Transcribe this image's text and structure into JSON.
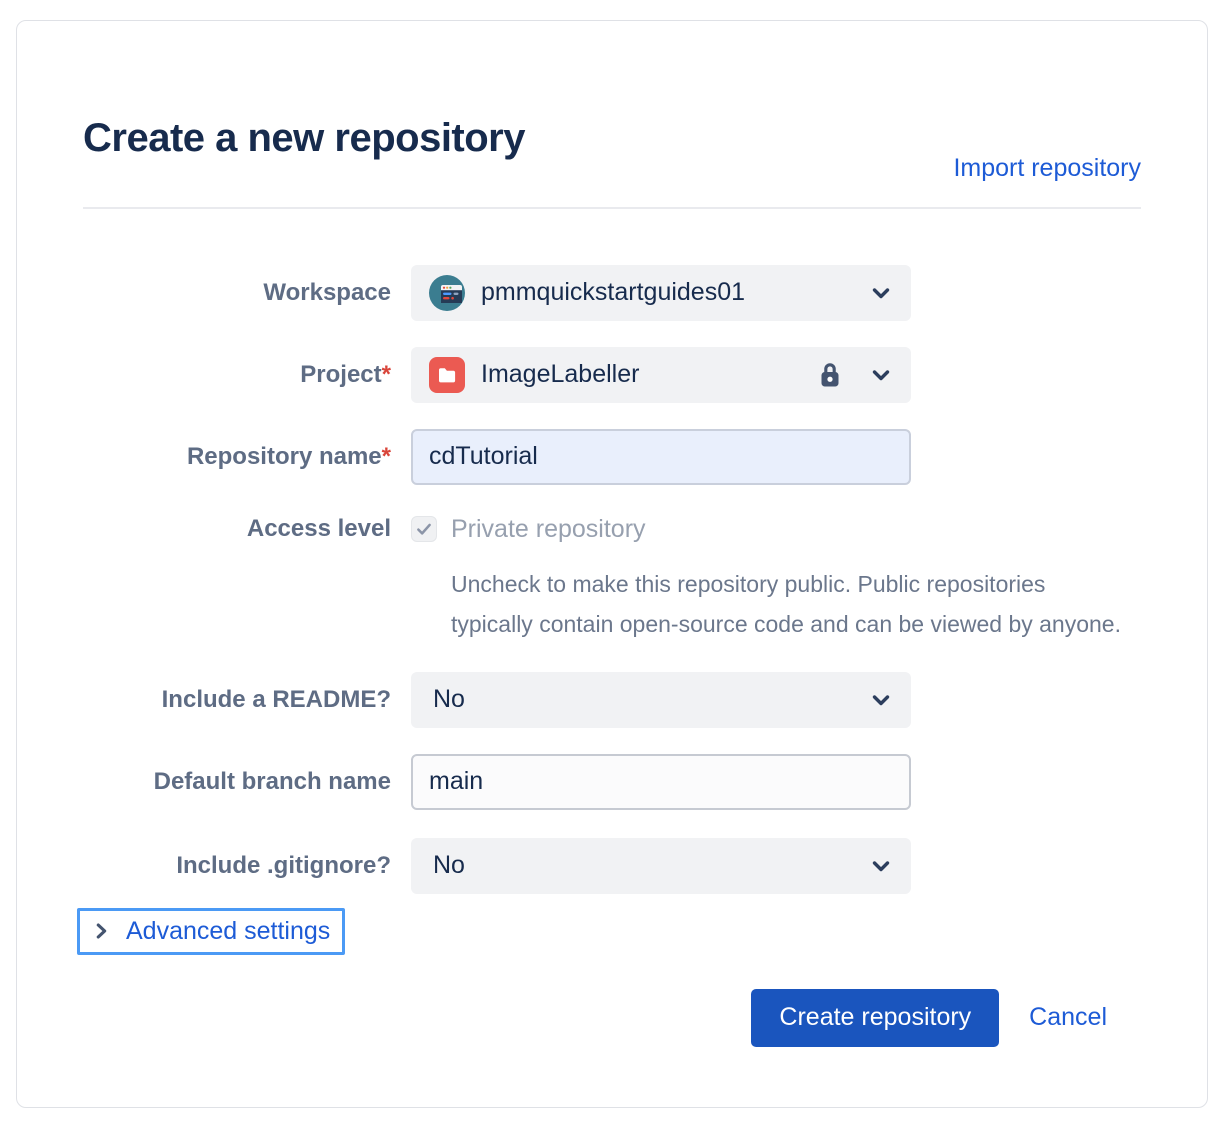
{
  "dialog": {
    "title": "Create a new repository",
    "import_link": "Import repository"
  },
  "form": {
    "workspace": {
      "label": "Workspace",
      "value": "pmmquickstartguides01"
    },
    "project": {
      "label": "Project",
      "required_marker": "*",
      "value": "ImageLabeller"
    },
    "repo_name": {
      "label": "Repository name",
      "required_marker": "*",
      "value": "cdTutorial"
    },
    "access_level": {
      "label": "Access level",
      "checkbox_label": "Private repository",
      "checkbox_checked": true,
      "help": "Uncheck to make this repository public. Public repositories typically contain open-source code and can be viewed by anyone."
    },
    "readme": {
      "label": "Include a README?",
      "value": "No"
    },
    "default_branch": {
      "label": "Default branch name",
      "value": "main"
    },
    "gitignore": {
      "label": "Include .gitignore?",
      "value": "No"
    },
    "advanced": {
      "label": "Advanced settings"
    }
  },
  "footer": {
    "create_label": "Create repository",
    "cancel_label": "Cancel"
  },
  "colors": {
    "primary": "#1A55BE",
    "link": "#1D5BD6",
    "required": "#D9453A",
    "title_text": "#172B4D",
    "label_text": "#5E6C84",
    "workspace_avatar_teal": "#3B7D90",
    "project_avatar_red": "#EB5A52",
    "focus_ring": "#4B9AF5",
    "field_focus_bg": "#E9EFFC"
  }
}
